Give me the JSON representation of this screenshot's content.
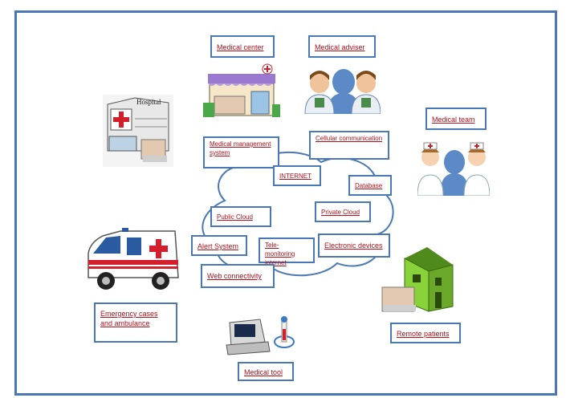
{
  "labels": {
    "medical_center": "Medical center",
    "medical_adviser": "Medical adviser",
    "medical_team": "Medical team",
    "hospital_sign": "Hospital",
    "medical_management_system": "Medical management system",
    "cellular_communication": "Cellular communication",
    "internet": "INTERNET",
    "database": "Database",
    "public_cloud": "Public Cloud",
    "private_cloud": "Private Cloud",
    "alert_system": "Alert System",
    "tele_monitoring_internet": "Tele-monitoring internet",
    "electronic_devices": "Electronic devices",
    "web_connectivity": "Web connectivity",
    "emergency_cases": "Emergency cases and ambulance",
    "remote_patients": "Remote patients",
    "medical_tool": "Medical tool"
  },
  "colors": {
    "frame": "#4a78b4",
    "label_text": "#b0101a",
    "cloud_stroke": "#4a78b4"
  }
}
